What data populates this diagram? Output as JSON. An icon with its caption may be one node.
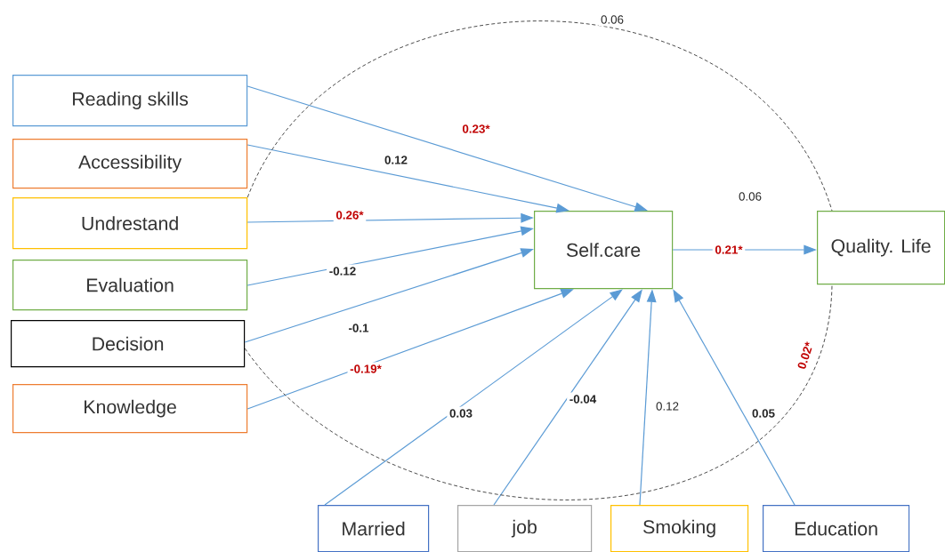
{
  "diagram": {
    "nodes": [
      {
        "text": [
          "Reading skills"
        ]
      },
      {
        "text": [
          "Accessibility"
        ]
      },
      {
        "text": [
          "Undrestand"
        ]
      },
      {
        "text": [
          "Evaluation"
        ]
      },
      {
        "text": [
          "Decision"
        ]
      },
      {
        "text": [
          "Knowledge"
        ]
      },
      {
        "text": [
          "Self.care"
        ]
      },
      {
        "text": [
          "Quality. Life"
        ]
      },
      {
        "text": [
          "Married"
        ]
      },
      {
        "text": [
          "job"
        ]
      },
      {
        "text": [
          "Smoking"
        ]
      },
      {
        "text": [
          "Education"
        ]
      }
    ],
    "edges": [
      {
        "from": 0,
        "to": 6,
        "arrow": "to",
        "label": "0.23*"
      },
      {
        "from": 1,
        "to": 6,
        "arrow": "to",
        "label": "0.12"
      },
      {
        "from": 2,
        "to": 6,
        "arrow": "to",
        "label": "0.26*"
      },
      {
        "from": 3,
        "to": 6,
        "arrow": "to",
        "label": "-0.12"
      },
      {
        "from": 4,
        "to": 6,
        "arrow": "to",
        "label": "-0.1"
      },
      {
        "from": 5,
        "to": 6,
        "arrow": "to",
        "label": "-0.19*"
      },
      {
        "from": 8,
        "to": 6,
        "arrow": "to",
        "label": "0.03"
      },
      {
        "from": 9,
        "to": 6,
        "arrow": "to",
        "label": "-0.04"
      },
      {
        "from": 10,
        "to": 6,
        "arrow": "to",
        "label": "0.12"
      },
      {
        "from": 11,
        "to": 6,
        "arrow": "to",
        "label": "0.05"
      },
      {
        "from": 6,
        "to": 7,
        "arrow": "to",
        "label": "0.21*"
      },
      {
        "from": 2,
        "to": 7,
        "arrow": "none",
        "label": "0.06",
        "style": "dashed",
        "color": "#404040"
      },
      {
        "from": 4,
        "to": 7,
        "arrow": "none",
        "label": "0.02*",
        "style": "dashed",
        "color": "#404040"
      }
    ],
    "labels": [
      "0.06"
    ]
  }
}
